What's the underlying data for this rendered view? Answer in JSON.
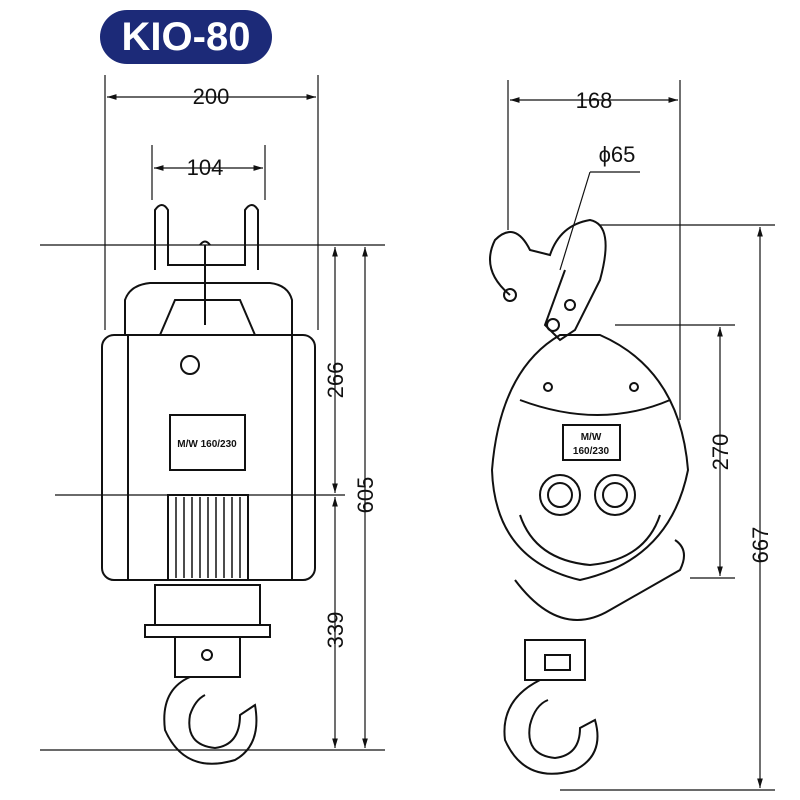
{
  "title": "KIO-80",
  "front_view": {
    "dim_width_total": "200",
    "dim_width_hook": "104",
    "dim_upper_height": "266",
    "dim_total_height": "605",
    "dim_lower_height": "339",
    "plate_label": "M/W 160/230"
  },
  "side_view": {
    "dim_depth": "168",
    "dim_hook_diameter": "ϕ65",
    "dim_body_height": "270",
    "dim_total_height": "667",
    "plate_line1": "M/W",
    "plate_line2": "160/230"
  },
  "colors": {
    "title_bg": "#1c2a78",
    "line": "#111111"
  }
}
